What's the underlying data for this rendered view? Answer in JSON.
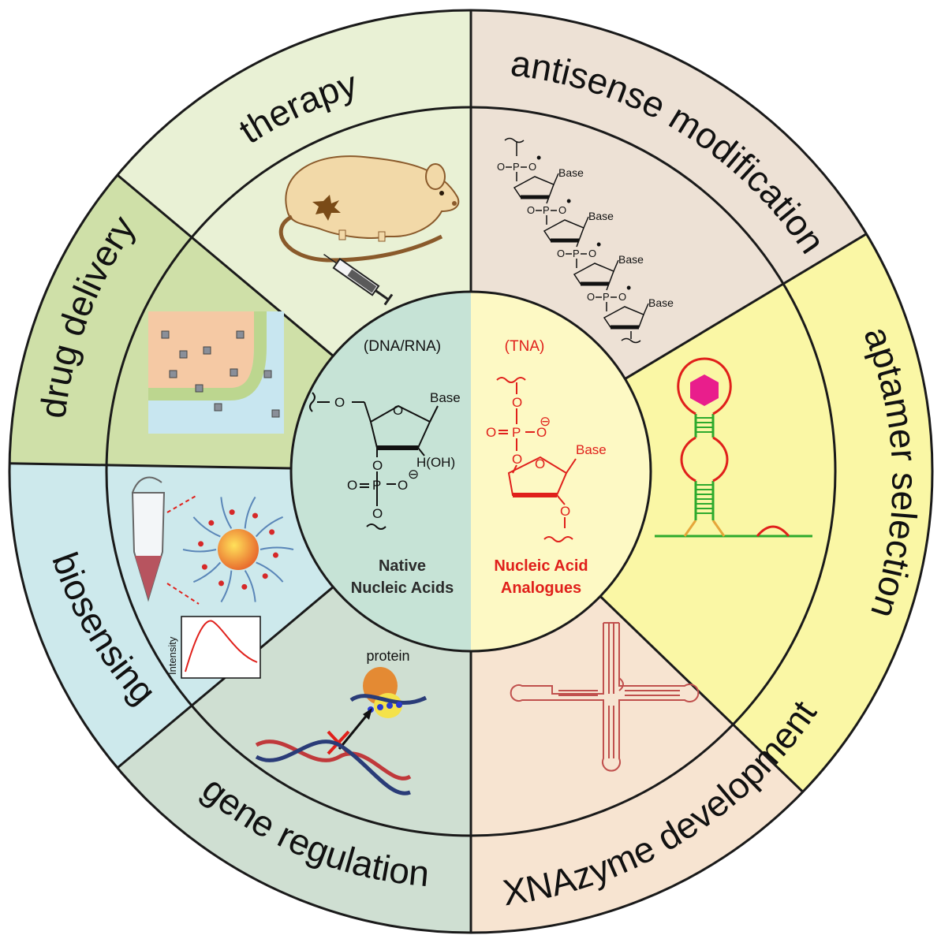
{
  "segments": {
    "therapy": "therapy",
    "antisense": "antisense modification",
    "aptamer": "aptamer selection",
    "xnazyme": "XNAzyme development",
    "gene_regulation": "gene regulation",
    "biosensing": "biosensing",
    "drug_delivery": "drug delivery"
  },
  "center": {
    "native_header": "(DNA/RNA)",
    "native_title_1": "Native",
    "native_title_2": "Nucleic Acids",
    "analogue_header": "(TNA)",
    "analogue_title_1": "Nucleic Acid",
    "analogue_title_2": "Analogues"
  },
  "chem_labels": {
    "base": "Base",
    "oxygen": "O",
    "phosphorus": "P",
    "hoh": "H(OH)",
    "neg": "⊖",
    "dot": "•"
  },
  "icons": {
    "protein": "protein",
    "intensity": "Intensity"
  },
  "colors": {
    "therapy_fill": "#e9f1d5",
    "antisense_fill": "#ede1d5",
    "aptamer_fill": "#faf7a5",
    "xnazyme_fill": "#f7e4d1",
    "gene_fill": "#cfdfd2",
    "biosensing_fill": "#cde9ec",
    "drug_fill": "#cfe0a8",
    "native_core": "#c6e3d6",
    "analogue_core": "#fdf9c4",
    "red": "#e0201b"
  }
}
